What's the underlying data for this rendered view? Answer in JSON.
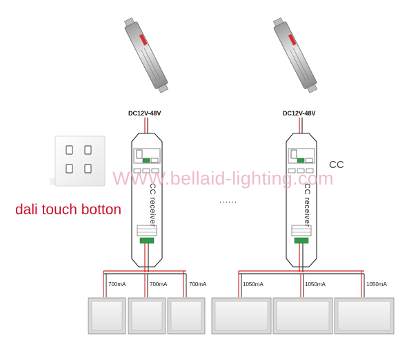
{
  "supply_voltage_left": "DC12V-48V",
  "supply_voltage_right": "DC12V-48V",
  "receiver_label_left": "CC receiver",
  "receiver_label_right": "CC receiver",
  "watermark": "WWW.bellaid-lighting.com",
  "panel_label": "dali touch botton",
  "cc_tag": "CC",
  "ellipsis": "......",
  "currents_left": [
    "700mA",
    "700mA",
    "700mA"
  ],
  "currents_right": [
    "1050mA",
    "1050mA",
    "1050mA"
  ],
  "colors": {
    "wire_red": "#d42020",
    "wire_dark": "#333333",
    "watermark": "#e8a7b8",
    "label_red": "#c8102e",
    "terminal_green": "#2e9a4a"
  },
  "icons": {
    "driver": "led-driver-icon",
    "panel": "touch-panel-icon",
    "light": "led-panel-light-icon"
  }
}
